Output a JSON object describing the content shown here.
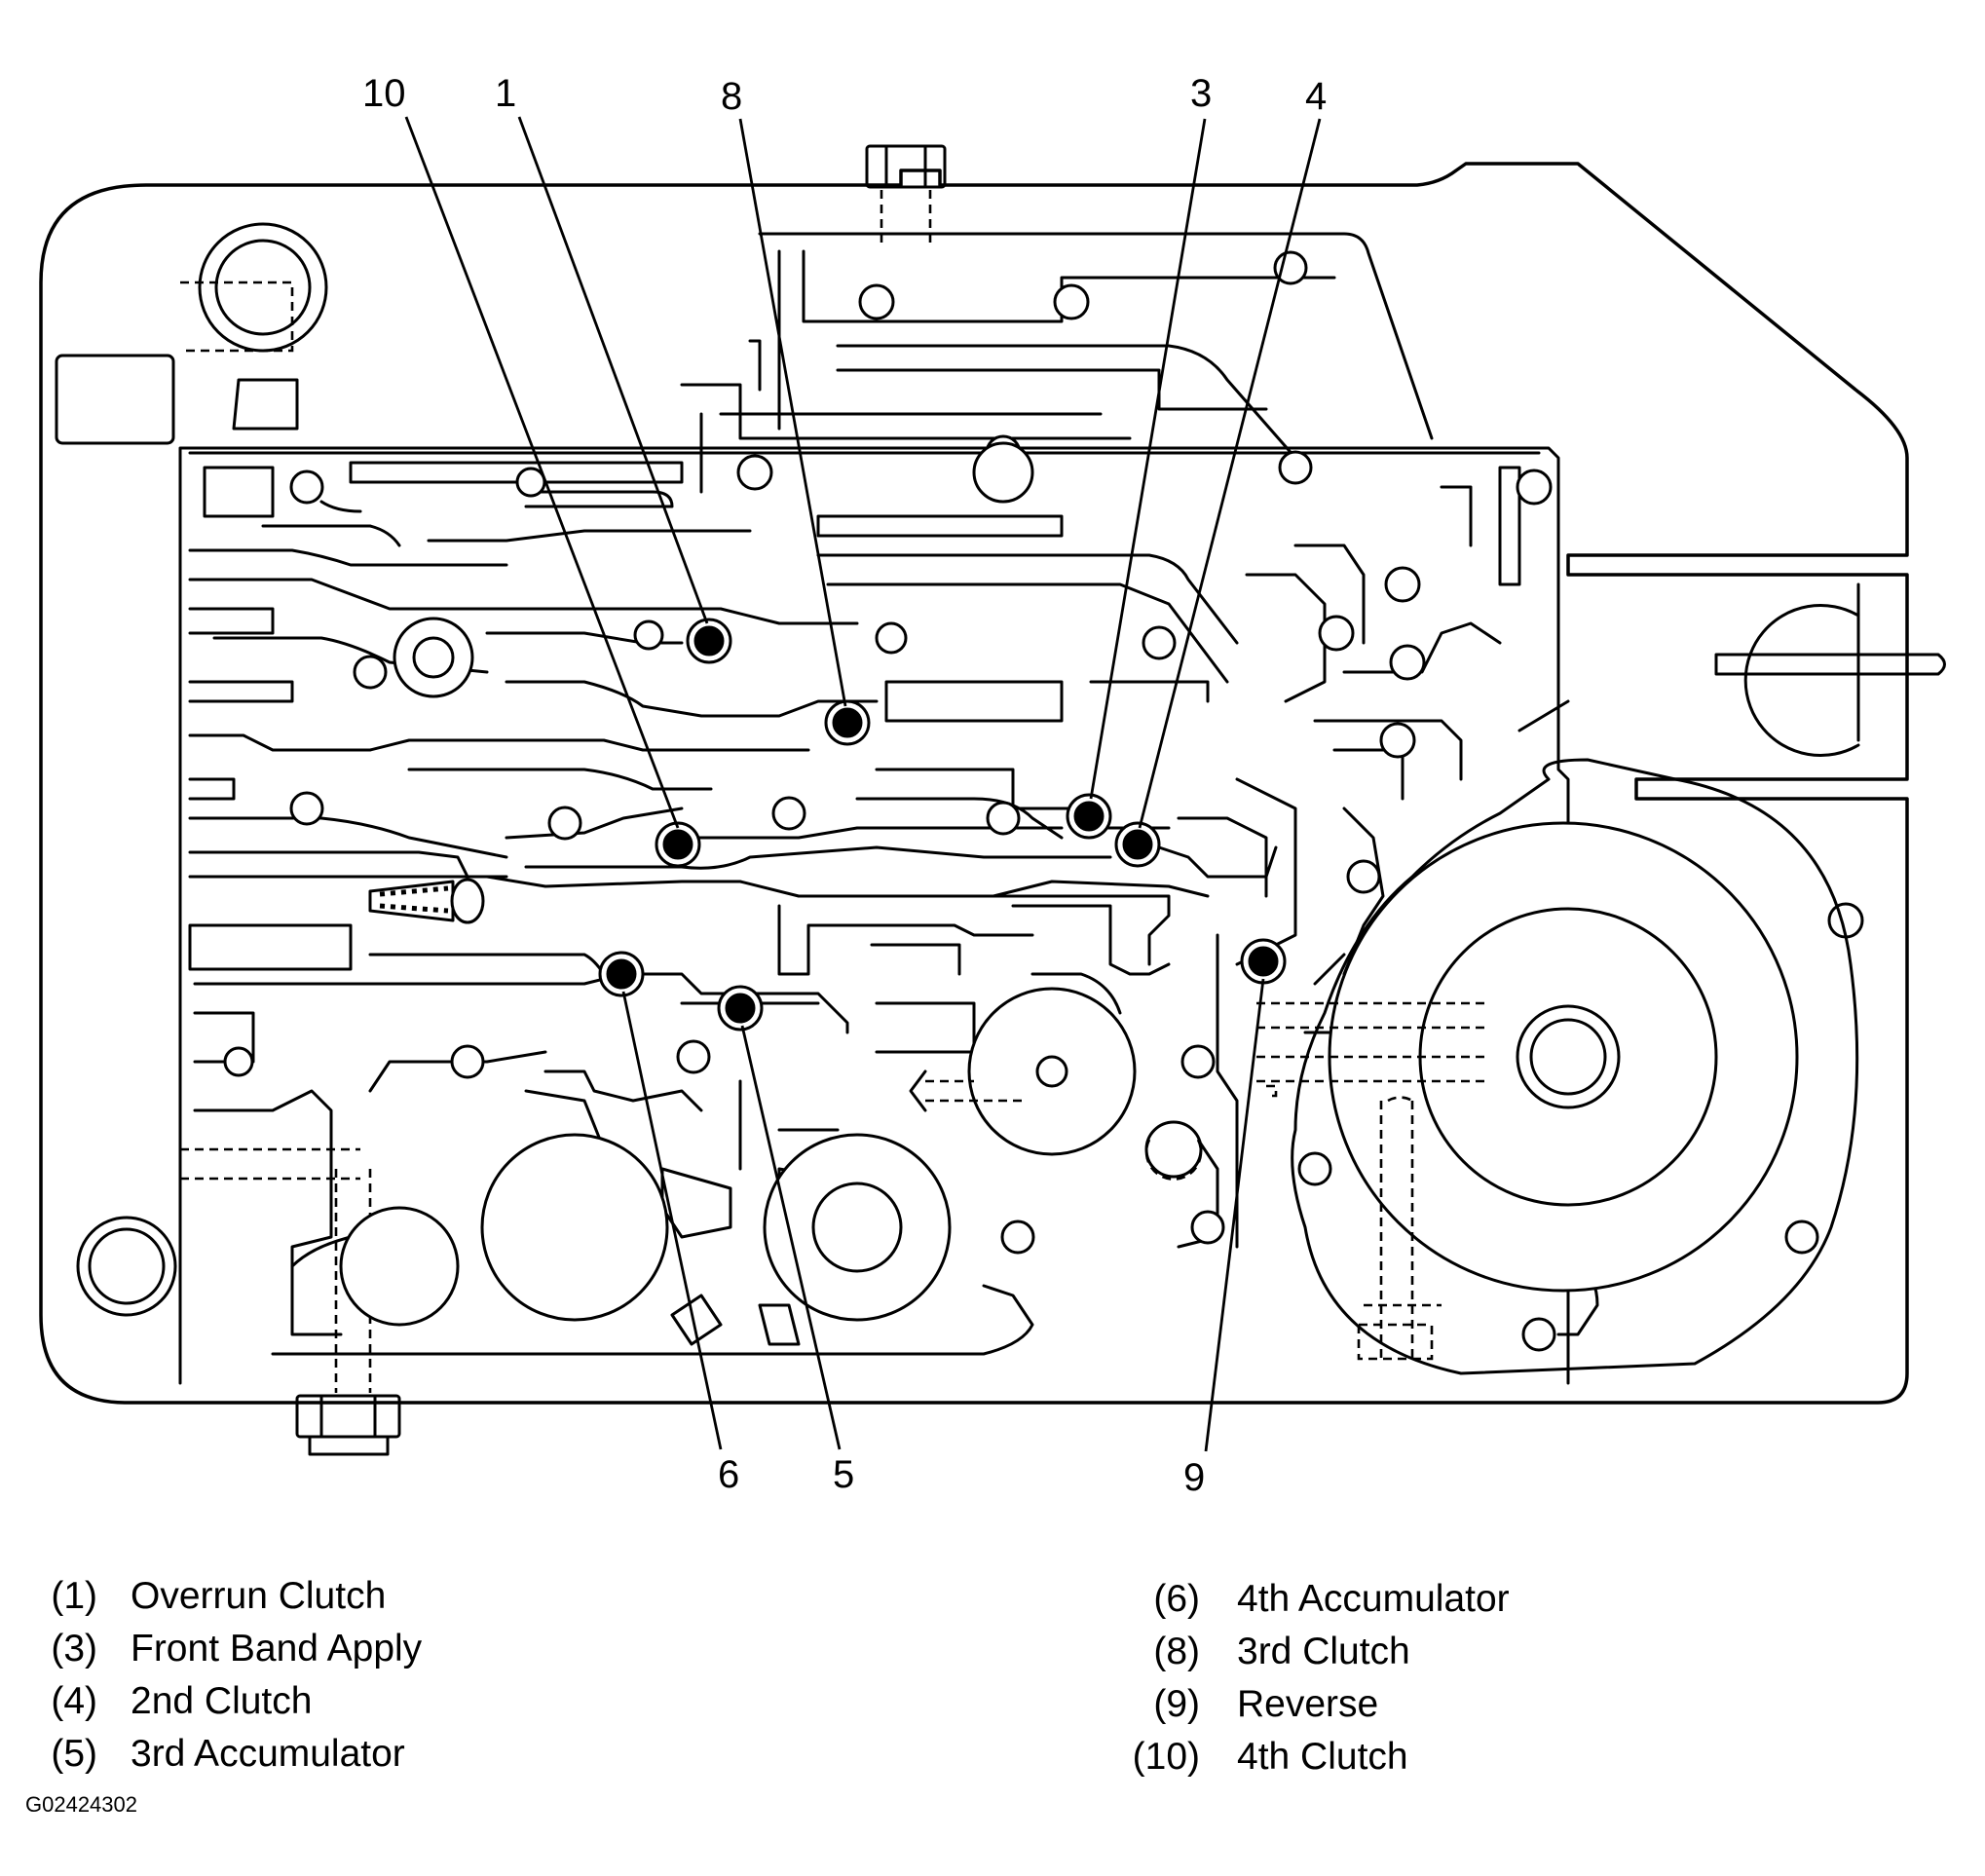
{
  "callouts": [
    {
      "id": "10",
      "label": "10"
    },
    {
      "id": "1",
      "label": "1"
    },
    {
      "id": "8",
      "label": "8"
    },
    {
      "id": "3",
      "label": "3"
    },
    {
      "id": "4",
      "label": "4"
    },
    {
      "id": "6",
      "label": "6"
    },
    {
      "id": "5",
      "label": "5"
    },
    {
      "id": "9",
      "label": "9"
    }
  ],
  "legend": {
    "left": [
      {
        "num": "(1)",
        "text": "Overrun Clutch"
      },
      {
        "num": "(3)",
        "text": "Front Band Apply"
      },
      {
        "num": "(4)",
        "text": "2nd Clutch"
      },
      {
        "num": "(5)",
        "text": "3rd Accumulator"
      }
    ],
    "right": [
      {
        "num": "(6)",
        "text": "4th Accumulator"
      },
      {
        "num": "(8)",
        "text": "3rd Clutch"
      },
      {
        "num": "(9)",
        "text": "Reverse"
      },
      {
        "num": "(10)",
        "text": "4th Clutch"
      }
    ]
  },
  "figure_id": "G02424302"
}
